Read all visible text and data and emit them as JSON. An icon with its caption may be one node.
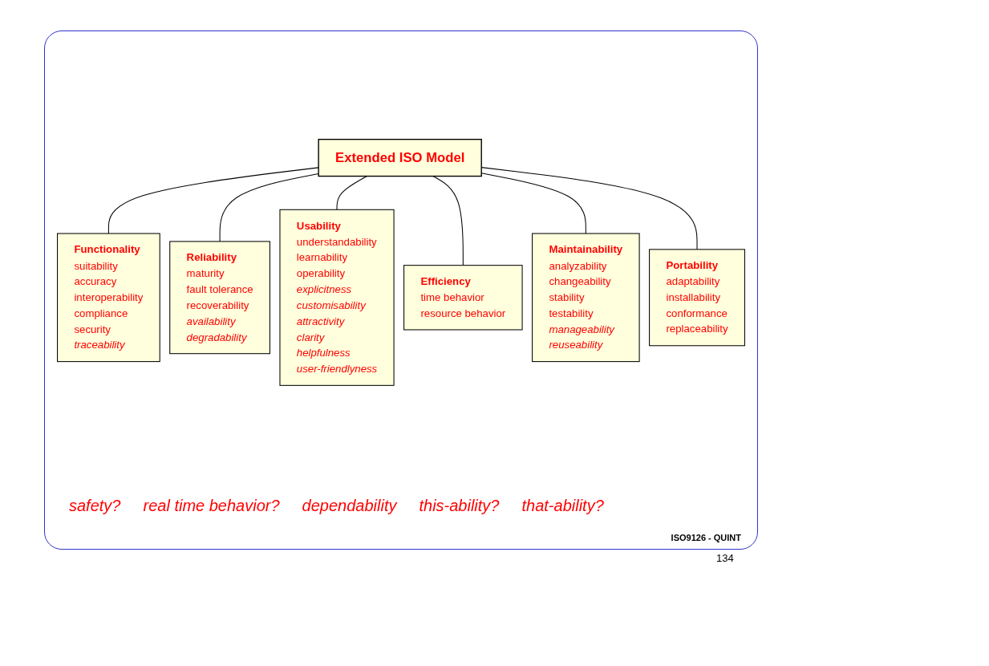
{
  "diagram": {
    "nodes": [
      {
        "text": [
          "Extended ISO Model"
        ]
      },
      {
        "text": [
          "Reliability",
          "maturity",
          "fault tolerance",
          "recoverability",
          "*availability*",
          "*degradability*"
        ]
      },
      {
        "text": [
          "Efficiency",
          "time behavior",
          "resource behavior"
        ]
      },
      {
        "text": [
          "Portability",
          "adaptability",
          "installability",
          "conformance",
          "replaceability"
        ]
      },
      {
        "text": [
          "Functionality",
          "suitability",
          "accuracy",
          "interoperability",
          "compliance",
          "security",
          "*traceability*"
        ]
      },
      {
        "text": [
          "Usability",
          "understandability",
          "learnability",
          "operability",
          "*explicitness*",
          "*customisability*",
          "*attractivity*",
          "*clarity*",
          "*helpfulness*",
          "*user-friendlyness*"
        ]
      },
      {
        "text": [
          "Maintainability",
          "analyzability",
          "changeability",
          "stability",
          "testability",
          "*manageability*",
          "*reuseability*"
        ]
      }
    ],
    "edges": [
      {
        "from": 0,
        "to": 4,
        "arrow": "none"
      },
      {
        "from": 0,
        "to": 1,
        "arrow": "none"
      },
      {
        "from": 0,
        "to": 5,
        "arrow": "none"
      },
      {
        "from": 0,
        "to": 2,
        "arrow": "none"
      },
      {
        "from": 0,
        "to": 6,
        "arrow": "none"
      },
      {
        "from": 0,
        "to": 3,
        "arrow": "none"
      }
    ],
    "labels": [
      "safety?",
      "real time behavior?",
      "dependability",
      "this-ability?",
      "that-ability?",
      "ISO9126 - QUINT",
      "134"
    ]
  }
}
